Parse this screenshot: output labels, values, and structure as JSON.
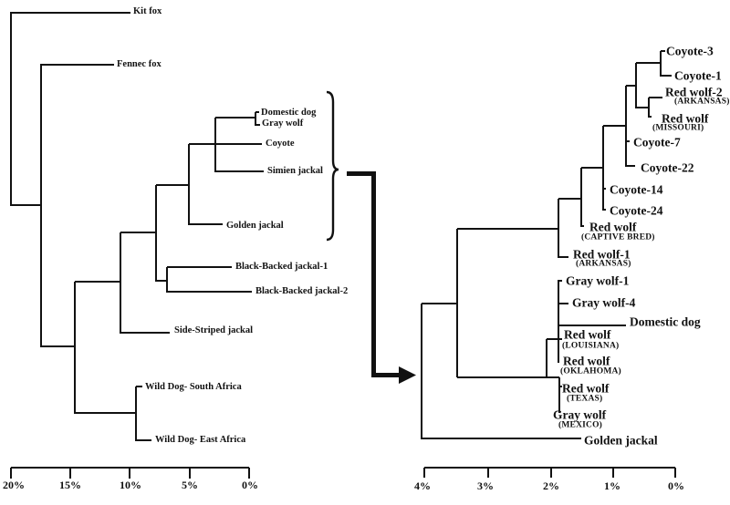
{
  "figure": {
    "type": "phylogenetic-tree-pair",
    "ink_color": "#111111",
    "background": "#ffffff"
  },
  "left_tree": {
    "taxa": [
      {
        "label": "Kit fox"
      },
      {
        "label": "Fennec fox"
      },
      {
        "label": "Domestic dog"
      },
      {
        "label": "Gray wolf"
      },
      {
        "label": "Coyote"
      },
      {
        "label": "Simien jackal"
      },
      {
        "label": "Golden jackal"
      },
      {
        "label": "Black-Backed jackal-1"
      },
      {
        "label": "Black-Backed jackal-2"
      },
      {
        "label": "Side-Striped jackal"
      },
      {
        "label": "Wild Dog- South Africa"
      },
      {
        "label": "Wild Dog- East Africa"
      }
    ],
    "scale": {
      "ticks": [
        "20%",
        "15%",
        "10%",
        "5%",
        "0%"
      ]
    }
  },
  "right_tree": {
    "taxa": [
      {
        "label": "Coyote-3",
        "sublabel": ""
      },
      {
        "label": "Coyote-1",
        "sublabel": ""
      },
      {
        "label": "Red wolf-2",
        "sublabel": "(ARKANSAS)"
      },
      {
        "label": "Red wolf",
        "sublabel": "(MISSOURI)"
      },
      {
        "label": "Coyote-7",
        "sublabel": ""
      },
      {
        "label": "Coyote-22",
        "sublabel": ""
      },
      {
        "label": "Coyote-14",
        "sublabel": ""
      },
      {
        "label": "Coyote-24",
        "sublabel": ""
      },
      {
        "label": "Red wolf",
        "sublabel": "(CAPTIVE BRED)"
      },
      {
        "label": "Red wolf-1",
        "sublabel": "(ARKANSAS)"
      },
      {
        "label": "Gray wolf-1",
        "sublabel": ""
      },
      {
        "label": "Gray wolf-4",
        "sublabel": ""
      },
      {
        "label": "Domestic dog",
        "sublabel": ""
      },
      {
        "label": "Red wolf",
        "sublabel": "(LOUISIANA)"
      },
      {
        "label": "Red wolf",
        "sublabel": "(OKLAHOMA)"
      },
      {
        "label": "Red wolf",
        "sublabel": "(TEXAS)"
      },
      {
        "label": "Gray wolf",
        "sublabel": "(MEXICO)"
      },
      {
        "label": "Golden jackal",
        "sublabel": ""
      }
    ],
    "scale": {
      "ticks": [
        "4%",
        "3%",
        "2%",
        "1%",
        "0%"
      ]
    }
  }
}
